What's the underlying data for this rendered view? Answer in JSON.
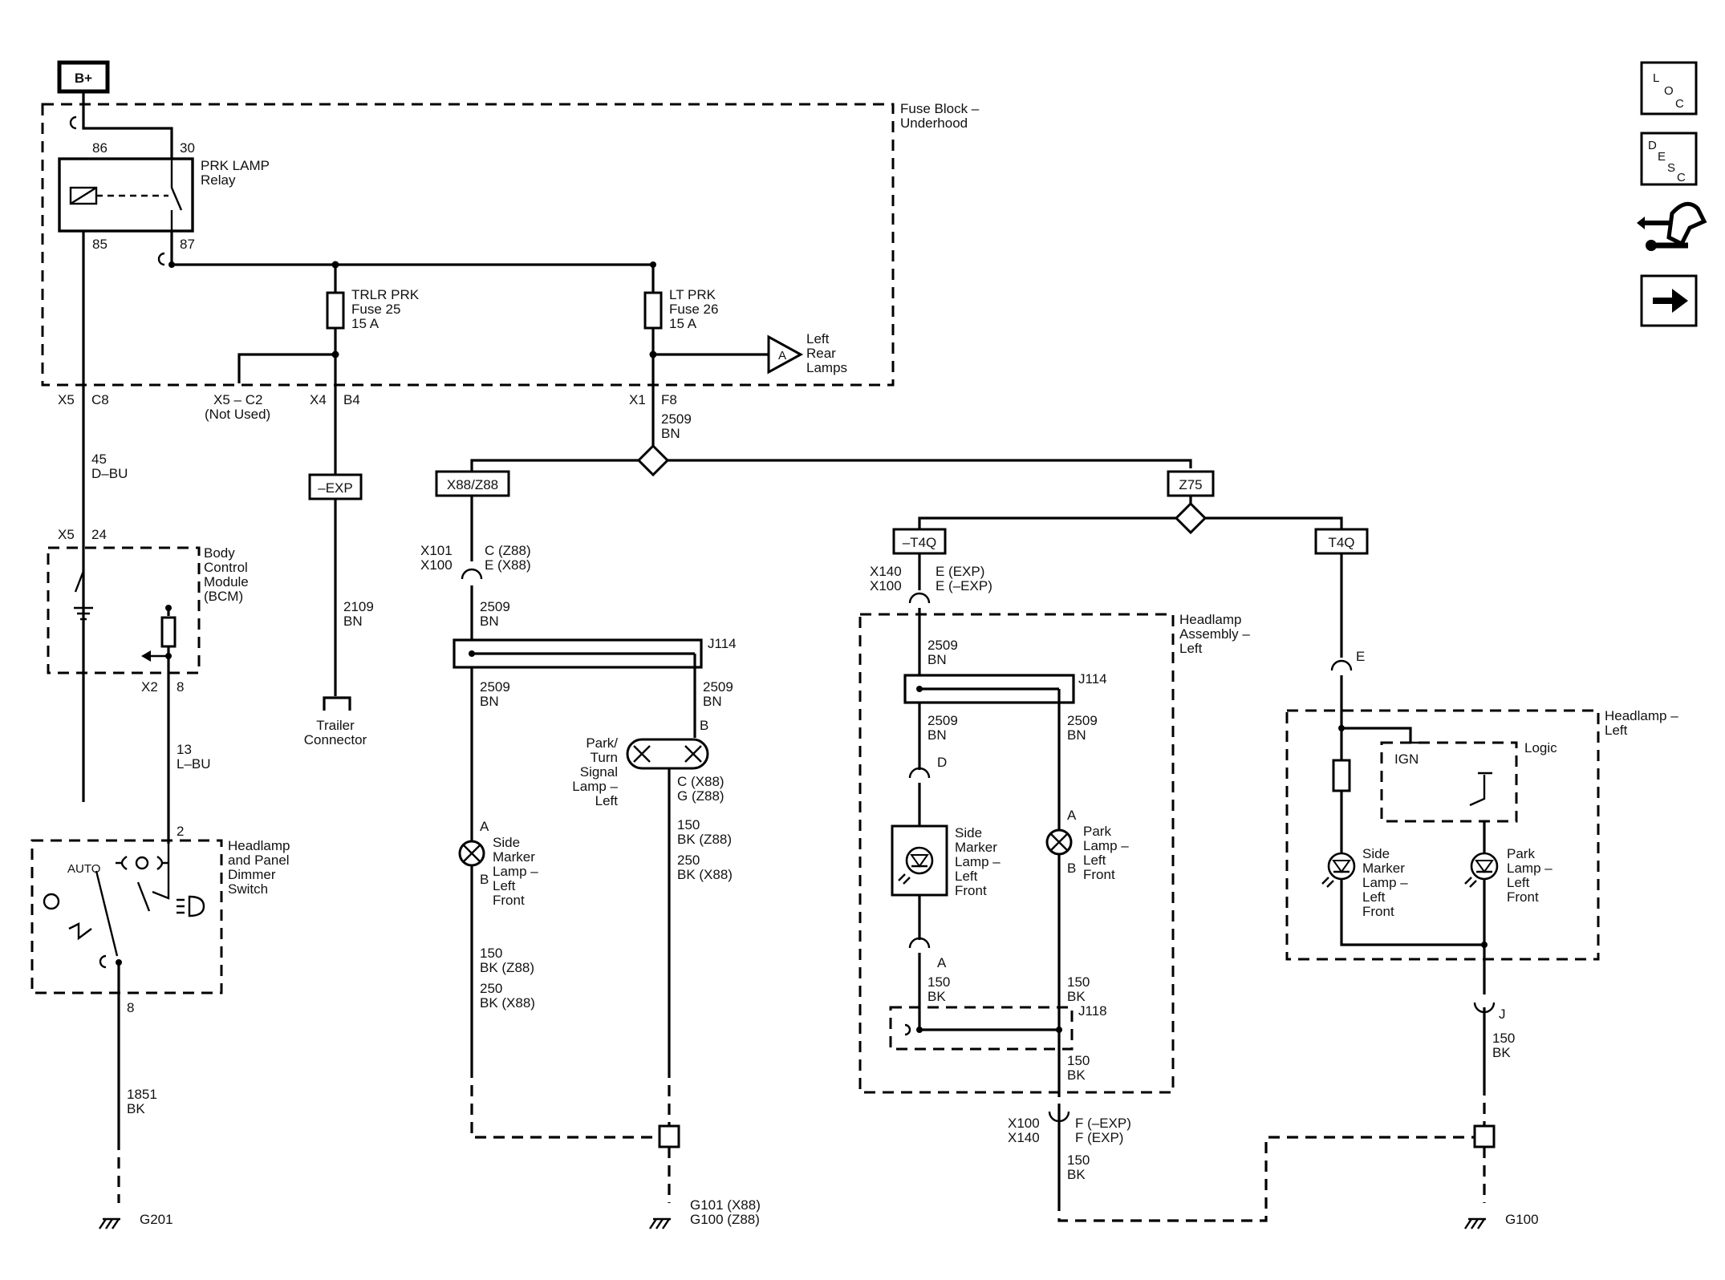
{
  "labels": {
    "bplus": "B+",
    "fuse_block_1": "Fuse Block –",
    "fuse_block_2": "Underhood",
    "relay_1": "PRK LAMP",
    "relay_2": "Relay",
    "pin_86": "86",
    "pin_30": "30",
    "pin_85": "85",
    "pin_87": "87",
    "trlr_fuse_1": "TRLR PRK",
    "trlr_fuse_2": "Fuse 25",
    "trlr_fuse_3": "15 A",
    "lt_fuse_1": "LT PRK",
    "lt_fuse_2": "Fuse 26",
    "lt_fuse_3": "15 A",
    "conn_a": "A",
    "left_rear_1": "Left",
    "left_rear_2": "Rear",
    "left_rear_3": "Lamps",
    "x5_c8_a": "X5",
    "x5_c8_b": "C8",
    "x5c2_1": "X5 – C2",
    "x5c2_2": "(Not Used)",
    "x4": "X4",
    "b4": "B4",
    "x1": "X1",
    "f8": "F8",
    "w2509_top_1": "2509",
    "w2509_top_2": "BN",
    "w45_1": "45",
    "w45_2": "D–BU",
    "exp_box": "–EXP",
    "x88z88_box": "X88/Z88",
    "z75_box": "Z75",
    "t4q_neg_box": "–T4Q",
    "t4q_box": "T4Q",
    "x5_24_a": "X5",
    "x5_24_b": "24",
    "bcm_1": "Body",
    "bcm_2": "Control",
    "bcm_3": "Module",
    "bcm_4": "(BCM)",
    "x2": "X2",
    "pin_8_bcm": "8",
    "w13_1": "13",
    "w13_2": "L–BU",
    "w2109_1": "2109",
    "w2109_2": "BN",
    "trailer_1": "Trailer",
    "trailer_2": "Connector",
    "pin_2": "2",
    "hds_1": "Headlamp",
    "hds_2": "and Panel",
    "hds_3": "Dimmer",
    "hds_4": "Switch",
    "auto": "AUTO",
    "pin_8_sw": "8",
    "w1851_1": "1851",
    "w1851_2": "BK",
    "g201": "G201",
    "x101": "X101",
    "x100_a": "X100",
    "c_z88": "C (Z88)",
    "e_x88": "E (X88)",
    "m_2509_1": "2509",
    "m_2509_2": "BN",
    "j114_a": "J114",
    "m_2509_l1": "2509",
    "m_2509_l2": "BN",
    "m_2509_r1": "2509",
    "m_2509_r2": "BN",
    "ptsl_1": "Park/",
    "ptsl_2": "Turn",
    "ptsl_3": "Signal",
    "ptsl_4": "Lamp –",
    "ptsl_5": "Left",
    "ptsl_b": "B",
    "c_x88": "C (X88)",
    "g_z88": "G (Z88)",
    "w150_z88_r1": "150",
    "w150_z88_r2": "BK (Z88)",
    "w250_x88_r1": "250",
    "w250_x88_r2": "BK (X88)",
    "sm_a": "A",
    "sm_b": "B",
    "sm_1": "Side",
    "sm_2": "Marker",
    "sm_3": "Lamp –",
    "sm_4": "Left",
    "sm_5": "Front",
    "w150_z88_l1": "150",
    "w150_z88_l2": "BK (Z88)",
    "w250_x88_l1": "250",
    "w250_x88_l2": "BK (X88)",
    "g101_1": "G101 (X88)",
    "g101_2": "G100 (Z88)",
    "x140_a": "X140",
    "x100_b": "X100",
    "e_exp": "E (EXP)",
    "e_nexp": "E (–EXP)",
    "hla_1": "Headlamp",
    "hla_2": "Assembly –",
    "hla_3": "Left",
    "h_2509_1": "2509",
    "h_2509_2": "BN",
    "j114_b": "J114",
    "h_2509_l1": "2509",
    "h_2509_l2": "BN",
    "h_2509_r1": "2509",
    "h_2509_r2": "BN",
    "pin_d": "D",
    "hsm_1": "Side",
    "hsm_2": "Marker",
    "hsm_3": "Lamp –",
    "hsm_4": "Left",
    "hsm_5": "Front",
    "hpl_a": "A",
    "hpl_b": "B",
    "hpl_1": "Park",
    "hpl_2": "Lamp –",
    "hpl_3": "Left",
    "hpl_4": "Front",
    "pin_a_h": "A",
    "h150_l1": "150",
    "h150_l2": "BK",
    "h150_r1": "150",
    "h150_r2": "BK",
    "j118": "J118",
    "h150_b1": "150",
    "h150_b2": "BK",
    "x100_c": "X100",
    "x140_b": "X140",
    "f_nexp": "F (–EXP)",
    "f_exp": "F (EXP)",
    "h150_c1": "150",
    "h150_c2": "BK",
    "pin_e": "E",
    "hl_1": "Headlamp –",
    "hl_2": "Left",
    "ign": "IGN",
    "logic": "Logic",
    "lsm_1": "Side",
    "lsm_2": "Marker",
    "lsm_3": "Lamp –",
    "lsm_4": "Left",
    "lsm_5": "Front",
    "lpl_1": "Park",
    "lpl_2": "Lamp –",
    "lpl_3": "Left",
    "lpl_4": "Front",
    "pin_j": "J",
    "w150_j1": "150",
    "w150_j2": "BK",
    "g100": "G100",
    "nav_loc_l": "L",
    "nav_loc_o": "O",
    "nav_loc_c": "C",
    "nav_desc_d": "D",
    "nav_desc_e": "E",
    "nav_desc_s": "S",
    "nav_desc_c": "C"
  },
  "icons": [
    "loc-icon",
    "desc-icon",
    "connector-end-view-icon",
    "next-page-arrow-icon"
  ]
}
